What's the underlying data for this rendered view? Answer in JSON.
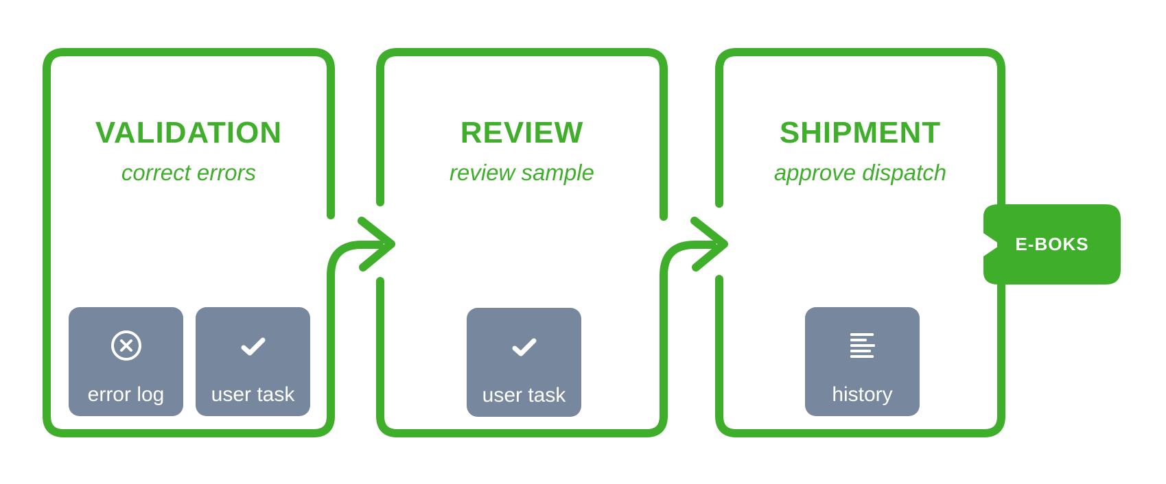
{
  "colors": {
    "green": "#3FAE2B",
    "slate": "#76879E",
    "tile_text": "#FFFFFF",
    "badge_text": "#FFFFFF"
  },
  "stages": [
    {
      "title": "VALIDATION",
      "subtitle": "correct errors",
      "tiles": [
        {
          "label": "error log",
          "icon": "error-circle-x-icon"
        },
        {
          "label": "user task",
          "icon": "checkmark-icon"
        }
      ]
    },
    {
      "title": "REVIEW",
      "subtitle": "review sample",
      "tiles": [
        {
          "label": "user task",
          "icon": "checkmark-icon"
        }
      ]
    },
    {
      "title": "SHIPMENT",
      "subtitle": "approve dispatch",
      "tiles": [
        {
          "label": "history",
          "icon": "text-lines-icon"
        }
      ]
    }
  ],
  "arrows": [
    {
      "from": "VALIDATION",
      "to": "REVIEW"
    },
    {
      "from": "REVIEW",
      "to": "SHIPMENT"
    }
  ],
  "badge": {
    "label": "E-BOKS"
  }
}
